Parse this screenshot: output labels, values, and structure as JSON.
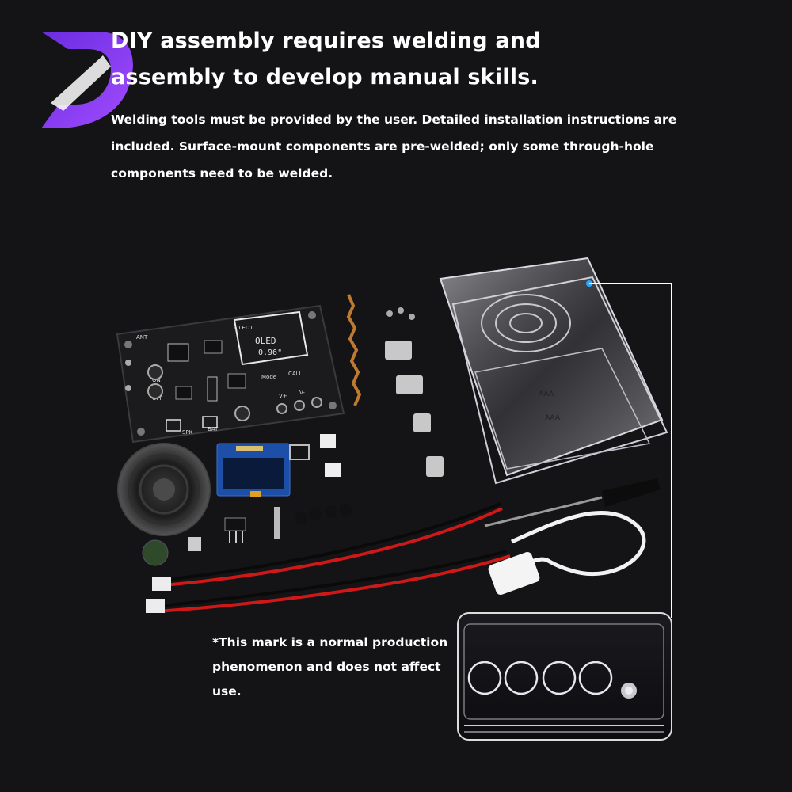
{
  "headline": {
    "line1": "DIY assembly requires welding and",
    "line2": "assembly to develop manual skills."
  },
  "description": "Welding tools must be provided by the user. Detailed installation instructions are included. Surface-mount components are pre-welded; only some through-hole components need to be welded.",
  "pcb": {
    "oled_label": "OLED",
    "oled_size": "0.96\"",
    "silk_labels": [
      "ANT",
      "ON",
      "OFF",
      "SPK",
      "BAT",
      "MIC",
      "Mode",
      "CALL",
      "V+",
      "V-",
      "OLED1"
    ]
  },
  "case": {
    "battery_labels": [
      "AAA",
      "AAA"
    ]
  },
  "footnote": "*This mark is a normal production phenomenon and does not affect use.",
  "colors": {
    "background": "#141416",
    "logo_purple": "#8a3cf0",
    "pcb": "#1b1b1d",
    "wire_red": "#d01818",
    "wire_black": "#0a0a0a",
    "callout_line": "#ffffff"
  },
  "icons": [
    "brand-d-logo",
    "speaker-icon",
    "usb-cable-icon",
    "screwdriver-icon"
  ]
}
